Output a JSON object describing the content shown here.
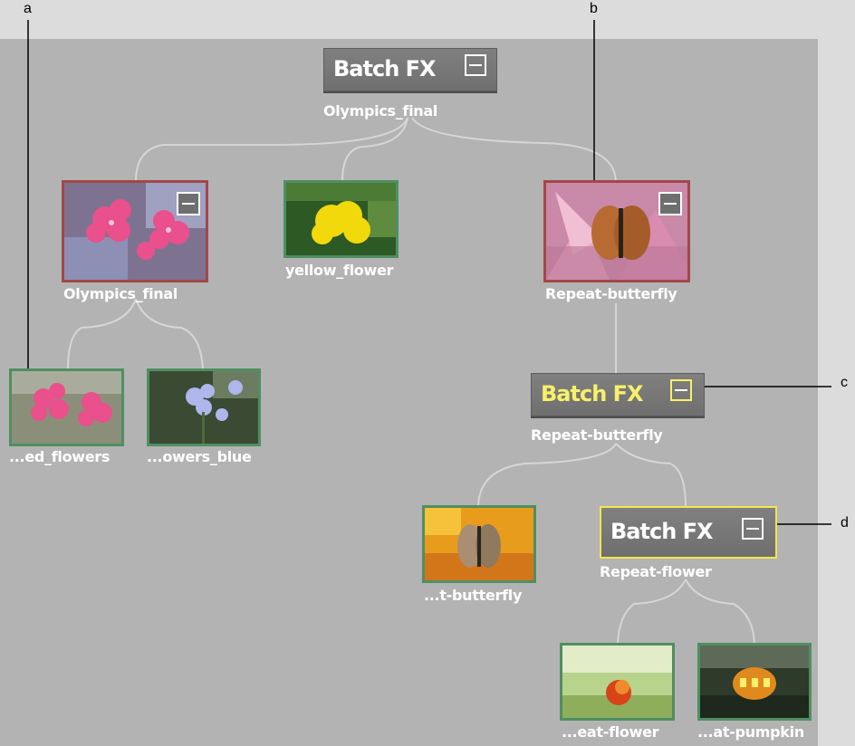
{
  "callouts": {
    "a": "a",
    "b": "b",
    "c": "c",
    "d": "d"
  },
  "nodes": {
    "root": {
      "title": "Batch FX",
      "label": "Olympics_final"
    },
    "olympics": {
      "label": "Olympics_final",
      "image": "pink-flowers"
    },
    "yellow": {
      "label": "yellow_flower",
      "image": "yellow-flower"
    },
    "butterfly": {
      "label": "Repeat-butterfly",
      "image": "butterfly-on-lily"
    },
    "red_flowers": {
      "label": "...ed_flowers",
      "image": "pink-flowers"
    },
    "blue_flowers": {
      "label": "...owers_blue",
      "image": "blue-flowers"
    },
    "batch2": {
      "title": "Batch FX",
      "label": "Repeat-butterfly",
      "title_color": "#f7f06a"
    },
    "t_butterfly": {
      "label": "...t-butterfly",
      "image": "butterfly-orange"
    },
    "batch3": {
      "title": "Batch FX",
      "label": "Repeat-flower",
      "border_color": "#f2e64a"
    },
    "eat_flower": {
      "label": "...eat-flower",
      "image": "red-flower"
    },
    "pumpkin": {
      "label": "...at-pumpkin",
      "image": "jack-o-lantern"
    }
  },
  "colors": {
    "canvas": "#b3b3b3",
    "link": "#d6d6d6",
    "node_border_selected": "#a24848",
    "node_border_default": "#4f8f62",
    "batch_title_active": "#f7f06a"
  }
}
